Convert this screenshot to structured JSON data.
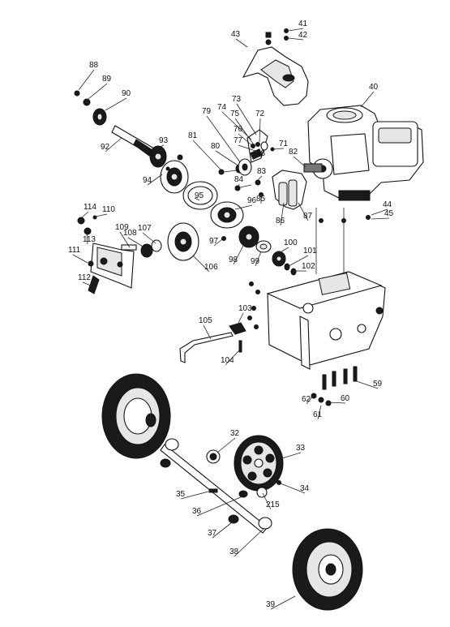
{
  "parts": [
    {
      "id": "p41",
      "label": "41"
    },
    {
      "id": "p42",
      "label": "42"
    },
    {
      "id": "p43",
      "label": "43"
    },
    {
      "id": "p40",
      "label": "40"
    },
    {
      "id": "p88",
      "label": "88"
    },
    {
      "id": "p89",
      "label": "89"
    },
    {
      "id": "p90",
      "label": "90"
    },
    {
      "id": "p92",
      "label": "92"
    },
    {
      "id": "p93",
      "label": "93"
    },
    {
      "id": "p94",
      "label": "94"
    },
    {
      "id": "p95",
      "label": "95"
    },
    {
      "id": "p73",
      "label": "73"
    },
    {
      "id": "p74",
      "label": "74"
    },
    {
      "id": "p75",
      "label": "75"
    },
    {
      "id": "p72",
      "label": "72"
    },
    {
      "id": "p79",
      "label": "79"
    },
    {
      "id": "p76",
      "label": "76"
    },
    {
      "id": "p77",
      "label": "77"
    },
    {
      "id": "p78",
      "label": "78"
    },
    {
      "id": "p81",
      "label": "81"
    },
    {
      "id": "p80",
      "label": "80"
    },
    {
      "id": "p71",
      "label": "71"
    },
    {
      "id": "p82",
      "label": "82"
    },
    {
      "id": "p83",
      "label": "83"
    },
    {
      "id": "p84",
      "label": "84"
    },
    {
      "id": "p85",
      "label": "85"
    },
    {
      "id": "p96",
      "label": "96"
    },
    {
      "id": "p86",
      "label": "86"
    },
    {
      "id": "p87",
      "label": "87"
    },
    {
      "id": "p44",
      "label": "44"
    },
    {
      "id": "p45",
      "label": "45"
    },
    {
      "id": "p114",
      "label": "114"
    },
    {
      "id": "p110",
      "label": "110"
    },
    {
      "id": "p113",
      "label": "113"
    },
    {
      "id": "p109",
      "label": "109"
    },
    {
      "id": "p108",
      "label": "108"
    },
    {
      "id": "p107",
      "label": "107"
    },
    {
      "id": "p111",
      "label": "111"
    },
    {
      "id": "p112",
      "label": "112"
    },
    {
      "id": "p106",
      "label": "106"
    },
    {
      "id": "p97",
      "label": "97"
    },
    {
      "id": "p98",
      "label": "98"
    },
    {
      "id": "p99",
      "label": "99"
    },
    {
      "id": "p100",
      "label": "100"
    },
    {
      "id": "p101",
      "label": "101"
    },
    {
      "id": "p102",
      "label": "102"
    },
    {
      "id": "p103",
      "label": "103"
    },
    {
      "id": "p105",
      "label": "105"
    },
    {
      "id": "p104",
      "label": "104"
    },
    {
      "id": "p59",
      "label": "59"
    },
    {
      "id": "p62",
      "label": "62"
    },
    {
      "id": "p60",
      "label": "60"
    },
    {
      "id": "p61",
      "label": "61"
    },
    {
      "id": "p32",
      "label": "32"
    },
    {
      "id": "p33",
      "label": "33"
    },
    {
      "id": "p35",
      "label": "35"
    },
    {
      "id": "p34",
      "label": "34"
    },
    {
      "id": "p36",
      "label": "36"
    },
    {
      "id": "p215",
      "label": "215"
    },
    {
      "id": "p37",
      "label": "37"
    },
    {
      "id": "p38",
      "label": "38"
    },
    {
      "id": "p39",
      "label": "39"
    }
  ]
}
